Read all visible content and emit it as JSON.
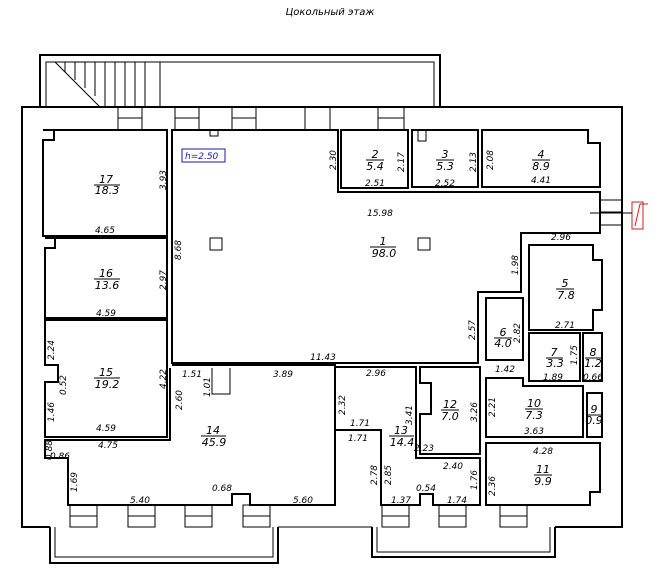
{
  "title": "Цокольный этаж",
  "ceiling_height": "h=2.50",
  "rooms": [
    {
      "num": "1",
      "area": "98.0"
    },
    {
      "num": "2",
      "area": "5.4"
    },
    {
      "num": "3",
      "area": "5.3"
    },
    {
      "num": "4",
      "area": "8.9"
    },
    {
      "num": "5",
      "area": "7.8"
    },
    {
      "num": "6",
      "area": "4.0"
    },
    {
      "num": "7",
      "area": "3.3"
    },
    {
      "num": "8",
      "area": "1.2"
    },
    {
      "num": "9",
      "area": "0.9"
    },
    {
      "num": "10",
      "area": "7.3"
    },
    {
      "num": "11",
      "area": "9.9"
    },
    {
      "num": "12",
      "area": "7.0"
    },
    {
      "num": "13",
      "area": "14.4"
    },
    {
      "num": "14",
      "area": "45.9"
    },
    {
      "num": "15",
      "area": "19.2"
    },
    {
      "num": "16",
      "area": "13.6"
    },
    {
      "num": "17",
      "area": "18.3"
    }
  ],
  "dims": [
    "2.30",
    "2.17",
    "2.51",
    "2.13",
    "2.52",
    "2.08",
    "4.41",
    "15.98",
    "2.96",
    "1.98",
    "2.71",
    "2.57",
    "2.82",
    "1.75",
    "1.42",
    "1.89",
    "0.66",
    "2.21",
    "3.63",
    "4.28",
    "2.36",
    "3.26",
    "2.23",
    "2.40",
    "1.76",
    "1.74",
    "1.37",
    "0.54",
    "2.85",
    "2.78",
    "3.41",
    "1.71",
    "1.71",
    "2.32",
    "2.96",
    "11.43",
    "3.89",
    "1.51",
    "1.01",
    "2.60",
    "4.22",
    "0.52",
    "2.24",
    "1.46",
    "4.59",
    "4.75",
    "0.88",
    "0.86",
    "1.69",
    "5.40",
    "0.68",
    "5.60",
    "4.59",
    "2.97",
    "8.68",
    "4.65",
    "3.93"
  ],
  "colors": {
    "line": "#000000",
    "height_label": "#1a1aa0",
    "marker": "#d02020"
  }
}
